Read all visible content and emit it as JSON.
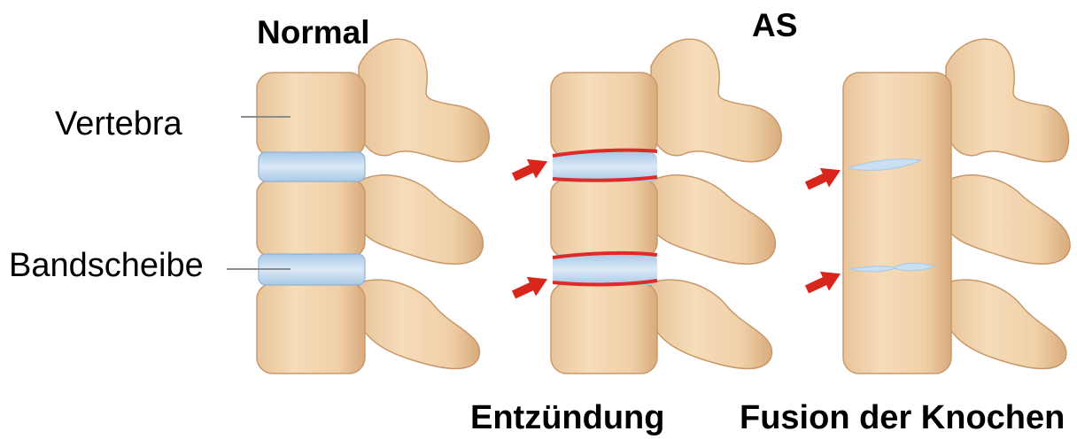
{
  "headings": {
    "normal": "Normal",
    "as": "AS"
  },
  "parts": {
    "vertebra": "Vertebra",
    "disc": "Bandscheibe"
  },
  "captions": {
    "inflammation": "Entzündung",
    "fusion": "Fusion der Knochen"
  },
  "colors": {
    "bone": "#f2d5b0",
    "bone_shadow": "#d9ae7e",
    "bone_outline": "#c9986a",
    "disc": "#b7d3ec",
    "disc_light": "#dbe9f6",
    "inflamed": "#e02a2a",
    "arrow": "#d9261c",
    "leader_line": "#8c8c8c"
  },
  "icons": {
    "pointer": "red-arrow-icon"
  }
}
